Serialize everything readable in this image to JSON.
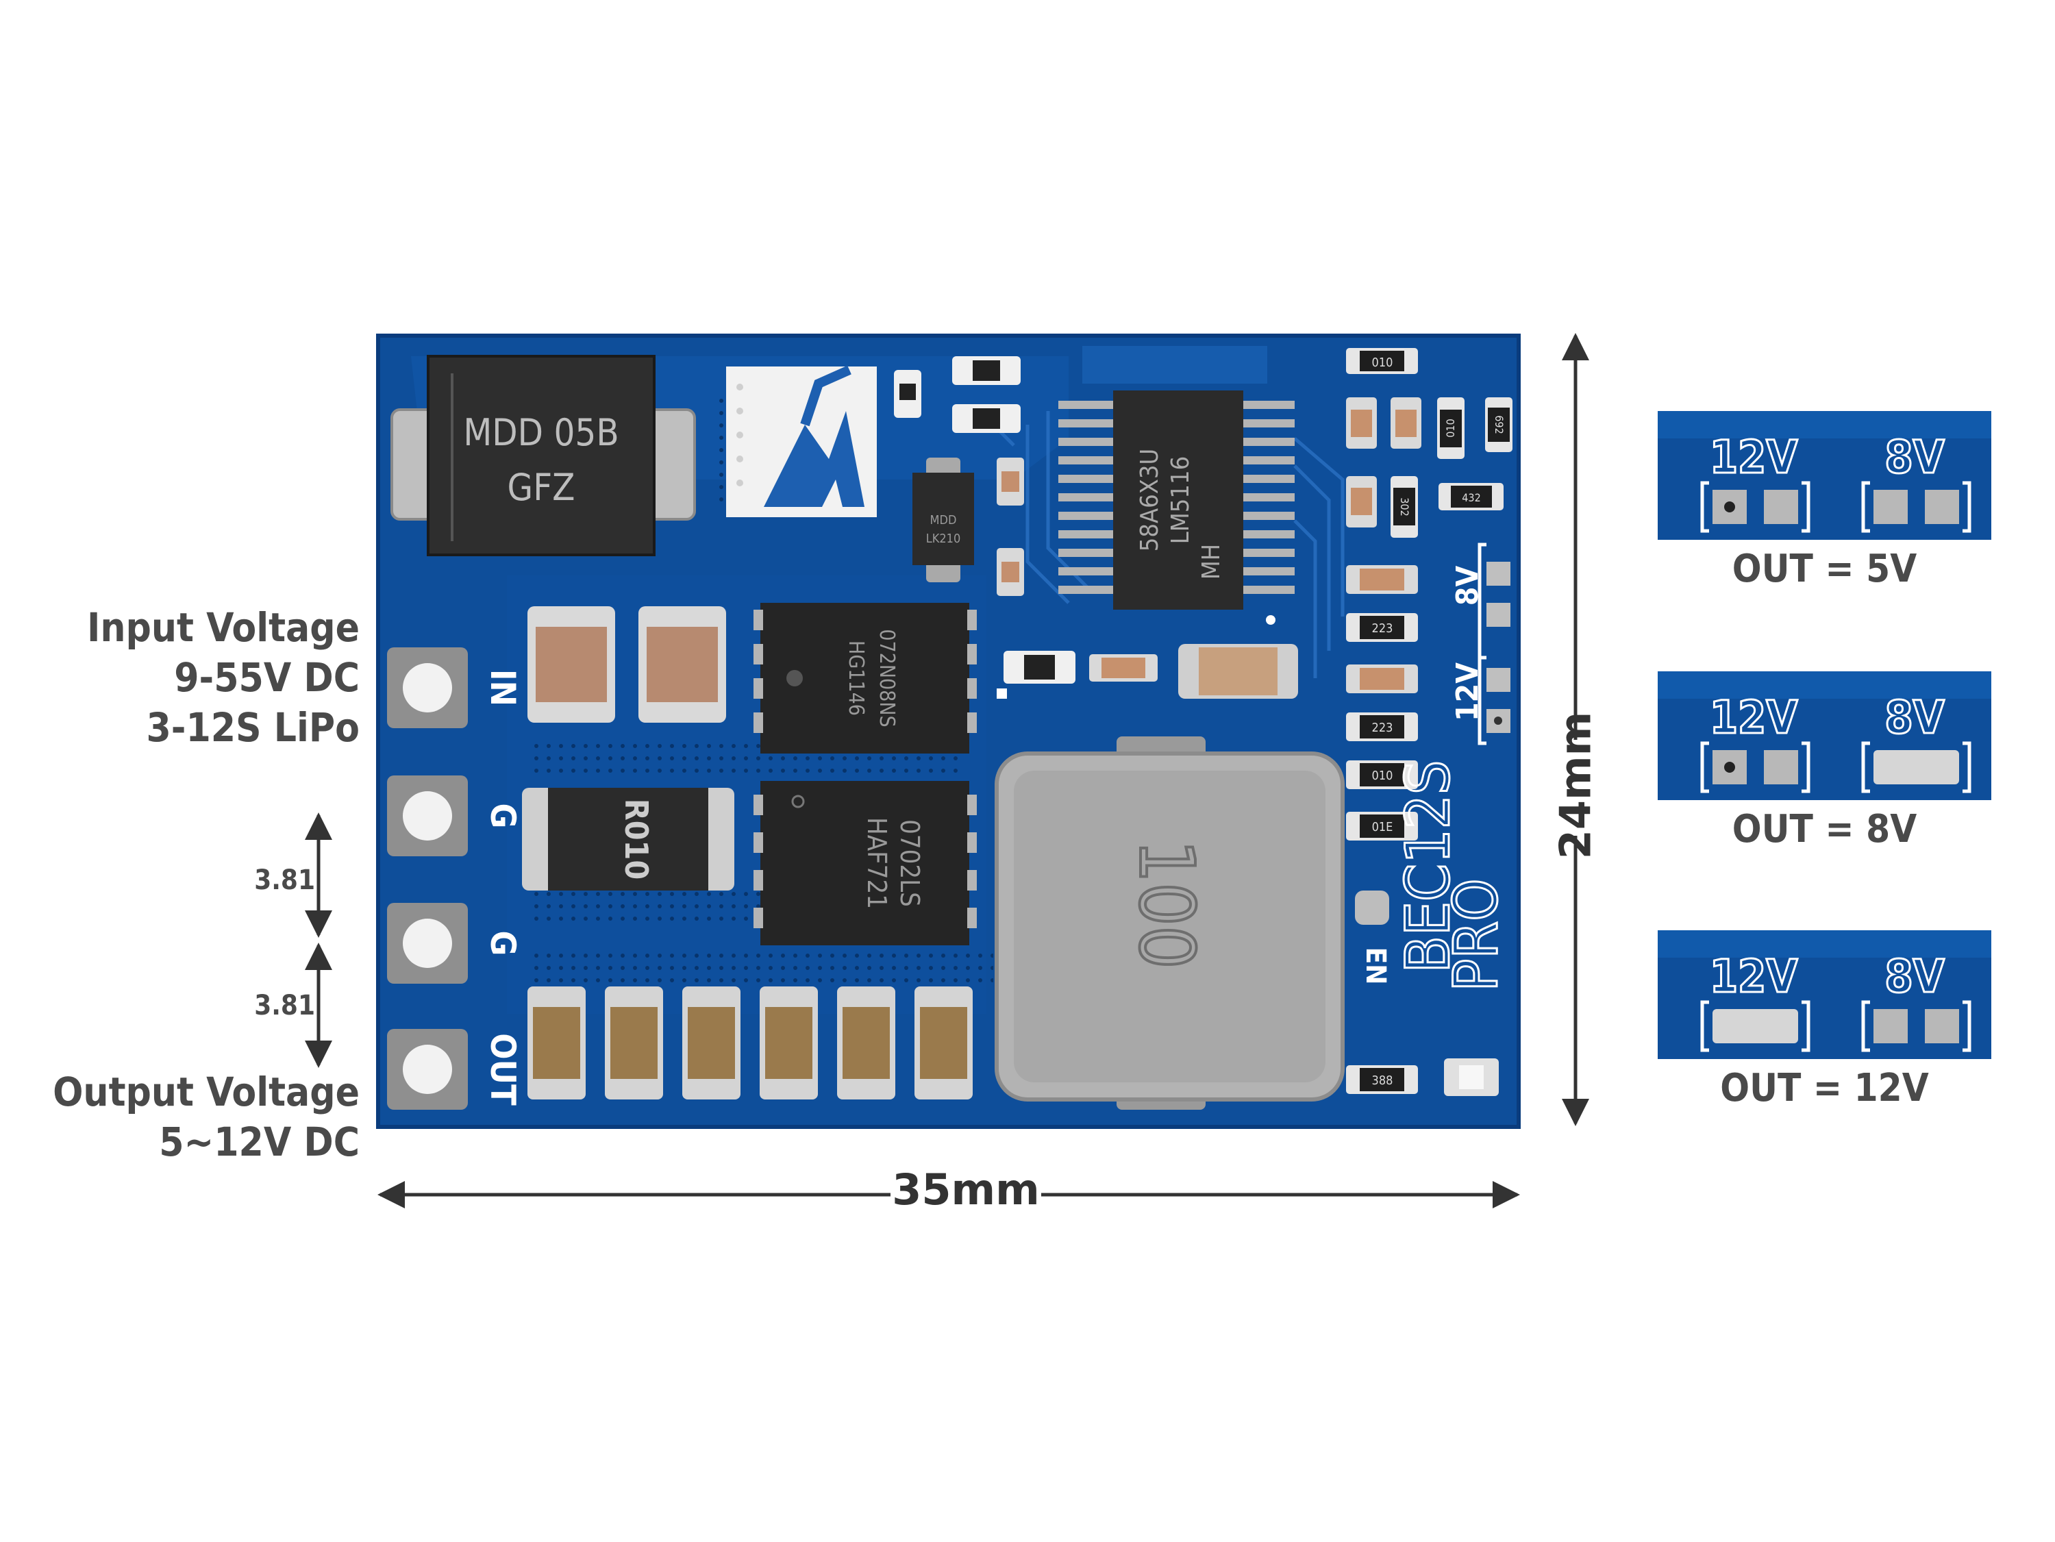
{
  "input_label": {
    "line1": "Input Voltage",
    "line2": "9-55V DC",
    "line3": "3-12S LiPo"
  },
  "output_label": {
    "line1": "Output Voltage",
    "line2": "5~12V DC"
  },
  "pitch_top": "3.81",
  "pitch_bottom": "3.81",
  "width_dim": "35mm",
  "height_dim": "24mm",
  "pads": {
    "in": "IN",
    "g1": "G",
    "g2": "G",
    "out": "OUT"
  },
  "board": {
    "name_line1": "BEC12S",
    "name_line2": "PRO",
    "en": "EN",
    "jp_8v": "8V",
    "jp_12v": "12V",
    "diode_line1": "MDD 05B",
    "diode_line2": "GFZ",
    "ic_text1": "58A6X3U",
    "ic_text2": "LM5116",
    "ic_text3": "MH",
    "fet1_line1": "072N08NS",
    "fet1_line2": "HG1146",
    "fet2_line1": "0702LS",
    "fet2_line2": "HAF721",
    "shunt": "R010",
    "inductor": "100",
    "small_diode_line1": "MDD",
    "small_diode_line2": "LK210",
    "r_010": "010",
    "r_010b": "010",
    "r_302": "302",
    "r_432": "432",
    "r_692": "692",
    "r_223a": "223",
    "r_223b": "223",
    "r_010c": "010",
    "r_01e": "01E",
    "r_388": "388"
  },
  "insets": [
    {
      "left": "12V",
      "right": "8V",
      "caption": "OUT = 5V"
    },
    {
      "left": "12V",
      "right": "8V",
      "caption": "OUT = 8V"
    },
    {
      "left": "12V",
      "right": "8V",
      "caption": "OUT = 12V"
    }
  ],
  "colors": {
    "pcb": "#0e4e9a",
    "pcb_dark": "#0a3c7d",
    "silk": "#ffffff",
    "label_text": "#4a4a4a",
    "pad_metal": "#c9c9c9"
  }
}
